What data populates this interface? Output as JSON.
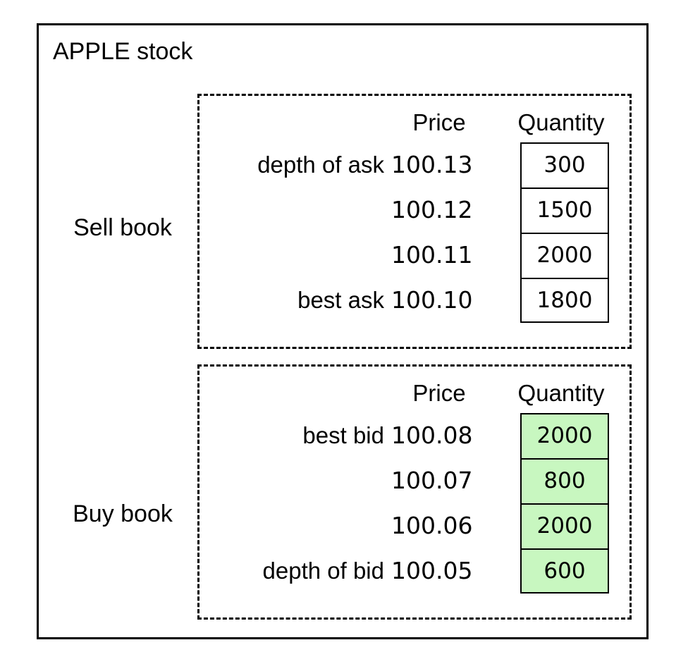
{
  "panel": {
    "title": "APPLE stock"
  },
  "colors": {
    "frame": "#000000",
    "bid_quantity_fill": "#c8f7c0",
    "ask_quantity_fill": "#ffffff",
    "background": "#ffffff"
  },
  "books": [
    {
      "id": "sell-book",
      "side_label": "Sell book",
      "headers": {
        "tag": "",
        "price": "Price",
        "quantity": "Quantity"
      },
      "quantity_fill": "plain",
      "rows": [
        {
          "tag": "depth of ask",
          "price": "100.13",
          "quantity": "300"
        },
        {
          "tag": "",
          "price": "100.12",
          "quantity": "1500"
        },
        {
          "tag": "",
          "price": "100.11",
          "quantity": "2000"
        },
        {
          "tag": "best ask",
          "price": "100.10",
          "quantity": "1800"
        }
      ]
    },
    {
      "id": "buy-book",
      "side_label": "Buy book",
      "headers": {
        "tag": "",
        "price": "Price",
        "quantity": "Quantity"
      },
      "quantity_fill": "green",
      "rows": [
        {
          "tag": "best bid",
          "price": "100.08",
          "quantity": "2000"
        },
        {
          "tag": "",
          "price": "100.07",
          "quantity": "800"
        },
        {
          "tag": "",
          "price": "100.06",
          "quantity": "2000"
        },
        {
          "tag": "depth of bid",
          "price": "100.05",
          "quantity": "600"
        }
      ]
    }
  ]
}
